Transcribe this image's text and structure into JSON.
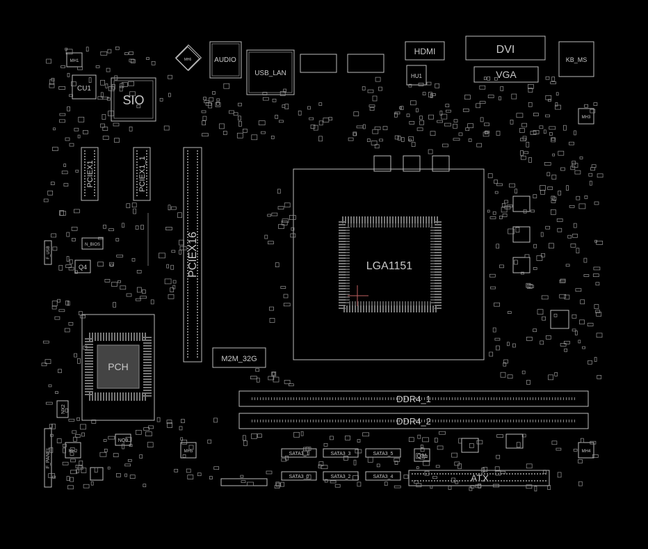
{
  "labels": {
    "audio": "AUDIO",
    "usb_lan": "USB_LAN",
    "hdmi": "HDMI",
    "dvi": "DVI",
    "vga": "VGA",
    "kb_ms": "KB_MS",
    "cu1": "CU1",
    "sio": "SIO",
    "pciex1_1": "PCIEX1",
    "pciex1_2": "PCIEX1_1",
    "pciex16": "PCIEX16",
    "lga": "LGA1151",
    "pch": "PCH",
    "m2": "M2M_32G",
    "ddr4_1": "DDR4_1",
    "ddr4_2": "DDR4_2",
    "atx": "ATX",
    "q4": "Q4",
    "q31": "Q31",
    "hu1": "HU1",
    "nq9": "NQ9",
    "nx2": "NX2",
    "sata1": "SATA3_1",
    "sata3": "SATA3_3",
    "sata5": "SATA3_5",
    "sata0": "SATA3_0",
    "sata2": "SATA3_2",
    "sata4": "SATA3_4",
    "mh1": "MH1",
    "mh2": "MH2",
    "mh3": "MH3",
    "mh4": "MH4",
    "mh5": "MH5",
    "mh6": "MH6",
    "f_panel": "F_PANEL",
    "n_bios": "N_BIOS",
    "f_usb": "F_USB"
  },
  "colors": {
    "background": "#000000",
    "outline": "#bdbdbd",
    "label": "#c8c8c8"
  }
}
